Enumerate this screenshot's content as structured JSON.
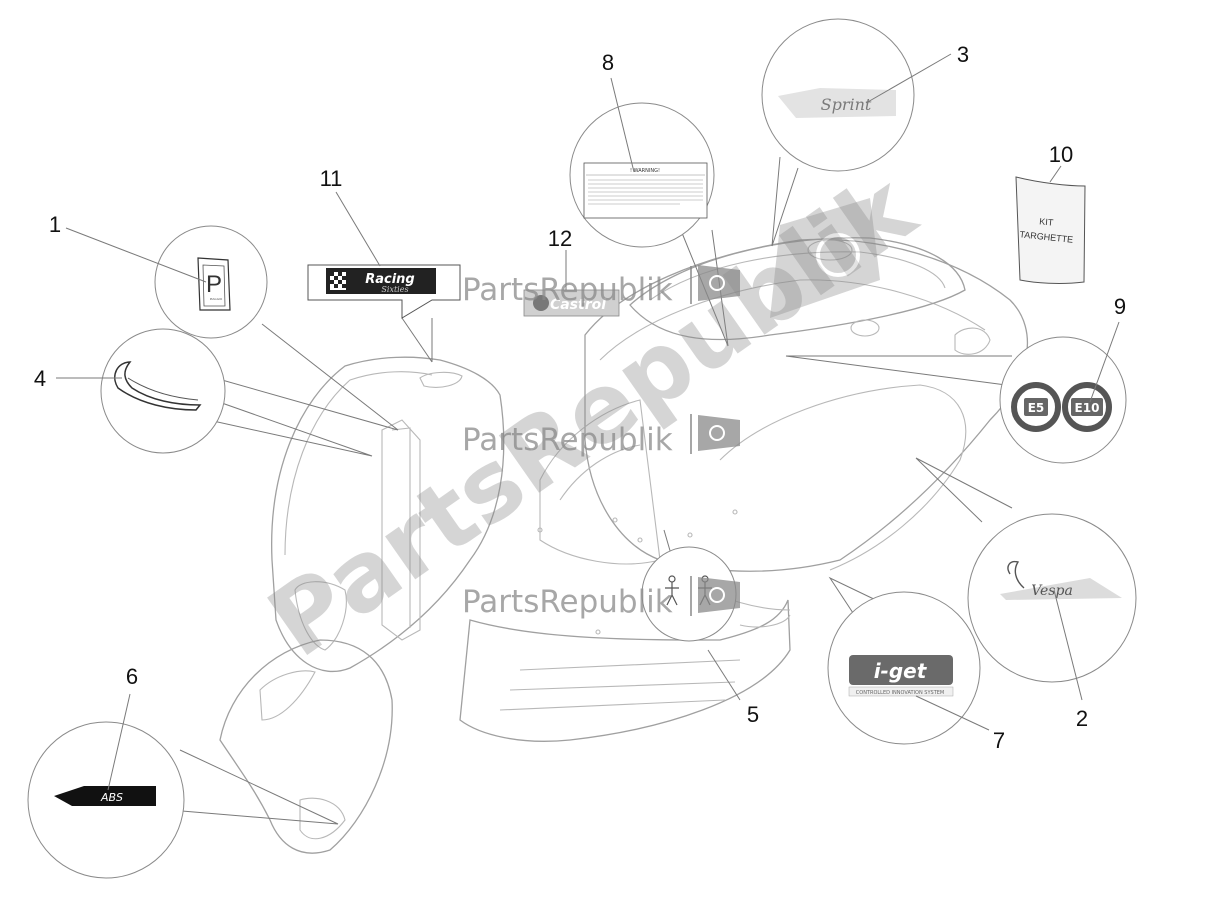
{
  "callouts": [
    {
      "id": "1",
      "label": "1"
    },
    {
      "id": "2",
      "label": "2"
    },
    {
      "id": "3",
      "label": "3"
    },
    {
      "id": "4",
      "label": "4"
    },
    {
      "id": "5",
      "label": "5"
    },
    {
      "id": "6",
      "label": "6"
    },
    {
      "id": "7",
      "label": "7"
    },
    {
      "id": "8",
      "label": "8"
    },
    {
      "id": "9",
      "label": "9"
    },
    {
      "id": "10",
      "label": "10"
    },
    {
      "id": "11",
      "label": "11"
    },
    {
      "id": "12",
      "label": "12"
    }
  ],
  "decals": {
    "piaggio_sub": "PIAGGIO",
    "sprint": "Sprint",
    "vespa": "Vespa",
    "racing_line1": "Racing",
    "racing_line2": "Sixties",
    "castrol": "Castrol",
    "warning_title": "! WARNING!",
    "abs": "ABS",
    "iget": "i-get",
    "iget_sub": "CONTROLLED INNOVATION SYSTEM",
    "e5": "E5",
    "e10": "E10",
    "kit_line1": "KIT",
    "kit_line2": "TARGHETTE"
  },
  "watermark": {
    "brand": "PartsRepublik",
    "diagonal": "PartsRepublik"
  }
}
